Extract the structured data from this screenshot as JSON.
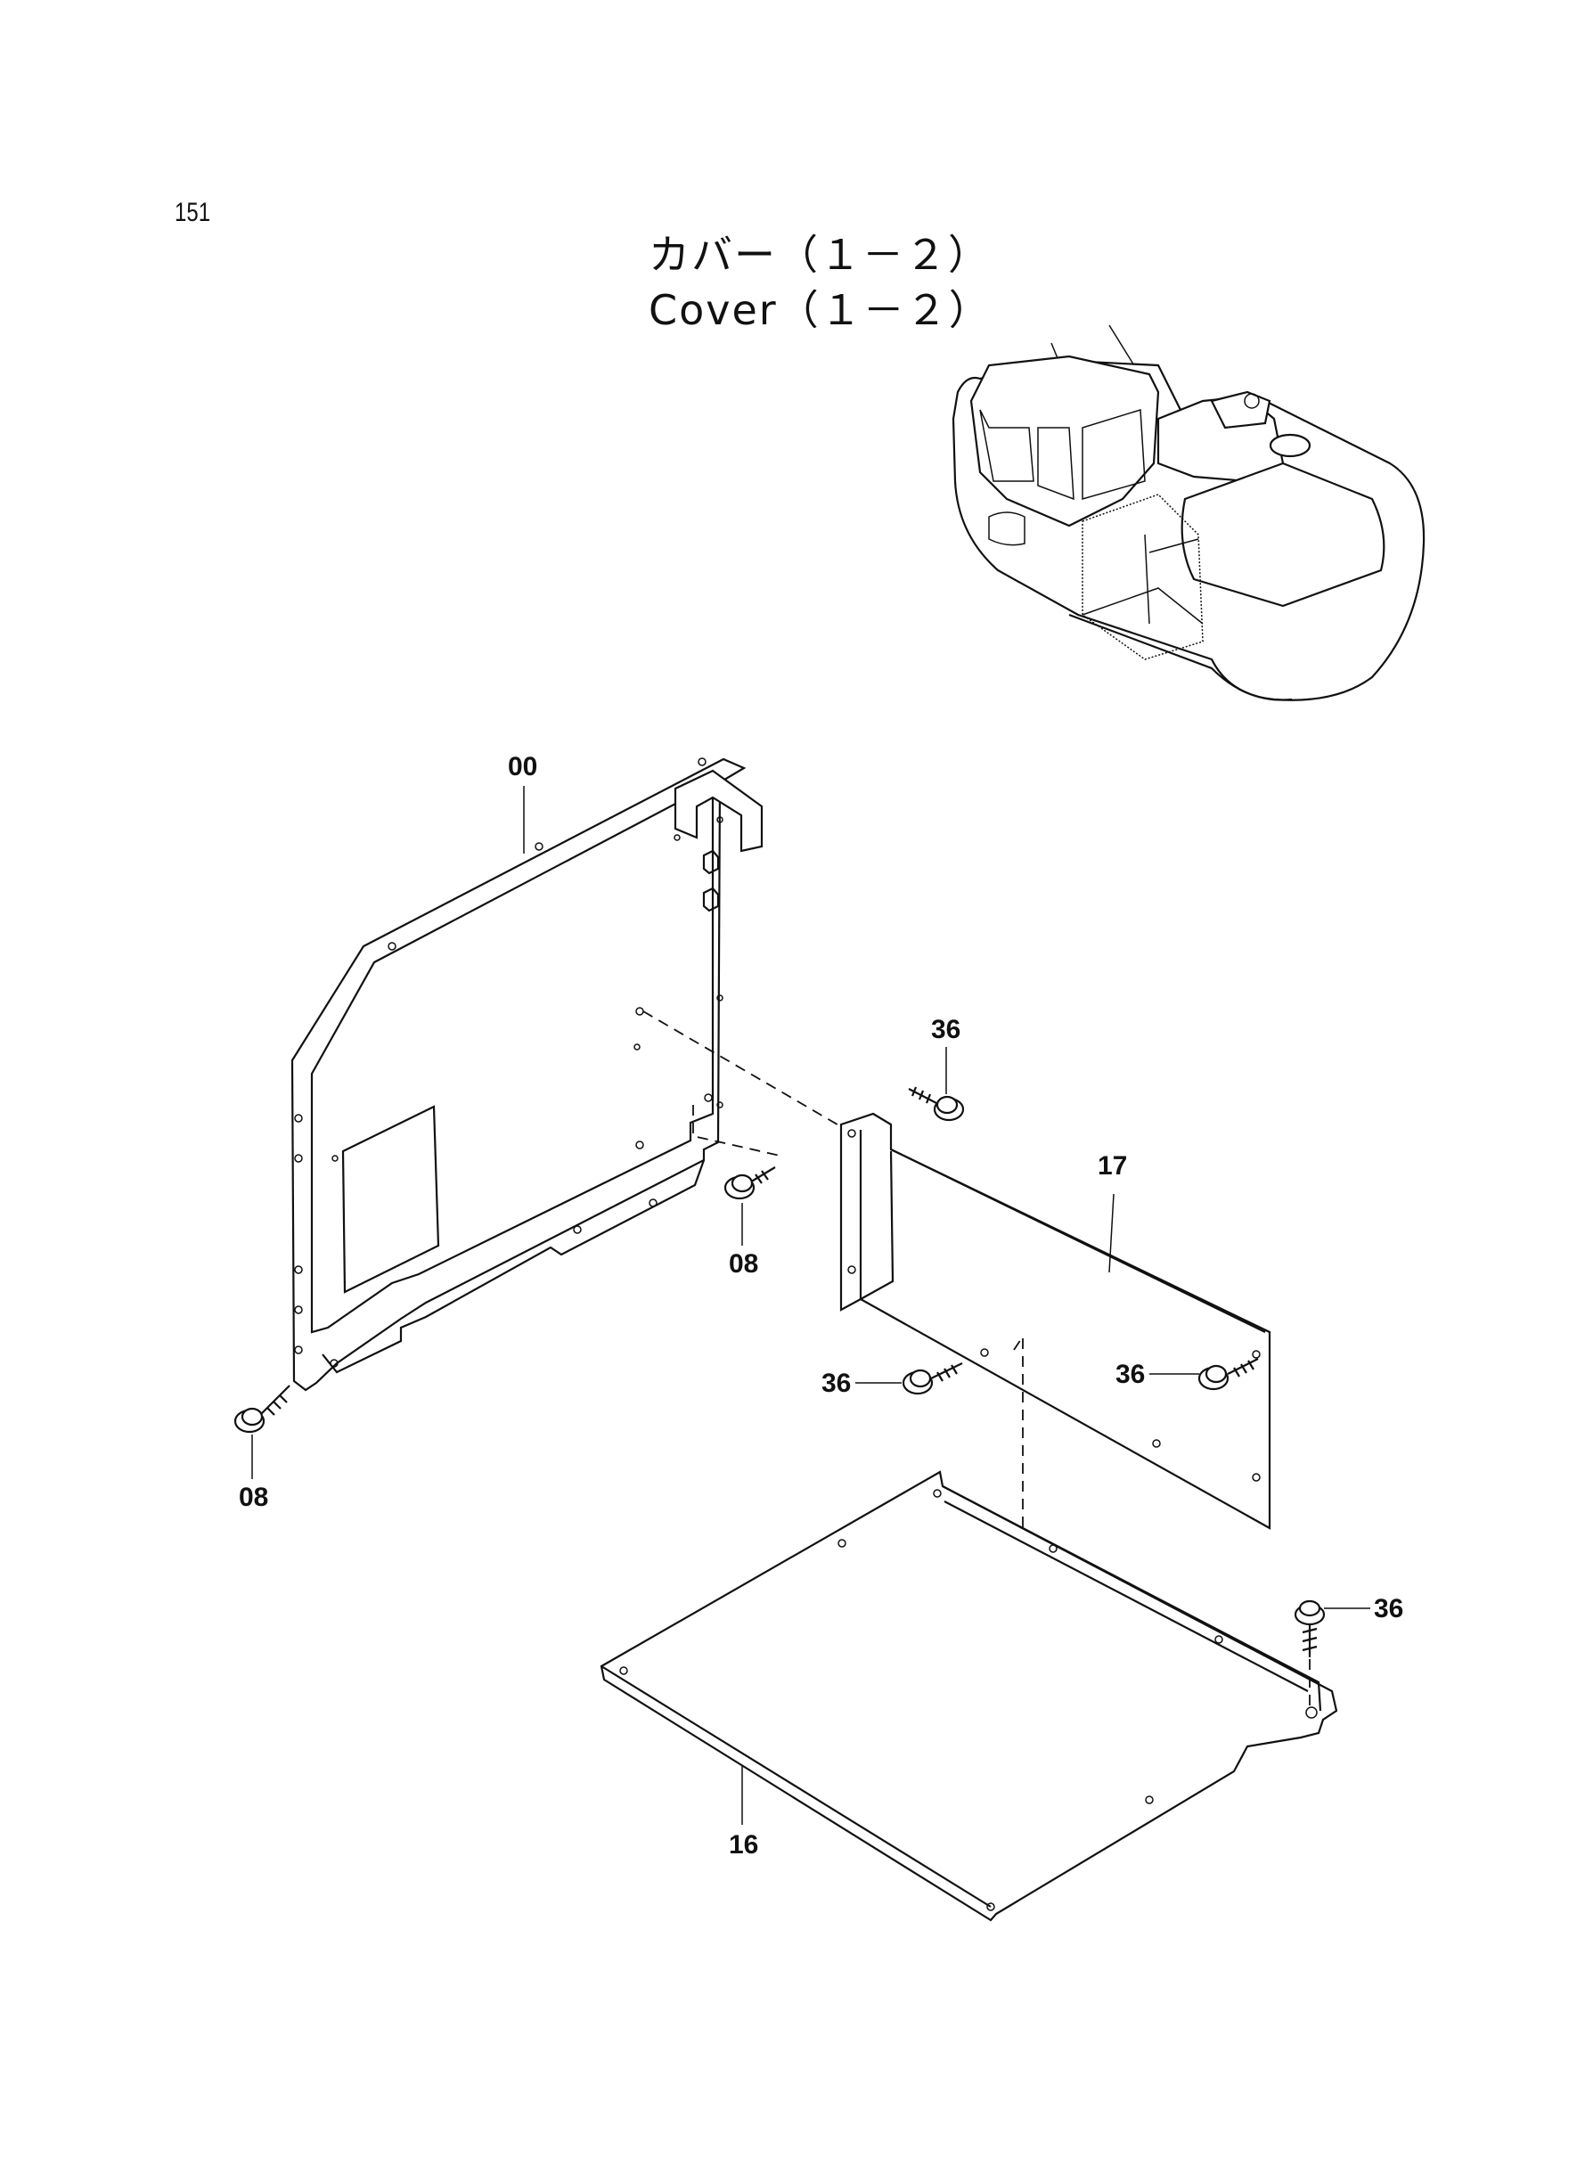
{
  "page_number": "151",
  "title_jp": "カバー（１－２）",
  "title_en": "Cover（１－２）",
  "callouts": {
    "p00": "00",
    "p17": "17",
    "p16": "16",
    "p08a": "08",
    "p08b": "08",
    "p36a": "36",
    "p36b": "36",
    "p36c": "36",
    "p36d": "36"
  }
}
